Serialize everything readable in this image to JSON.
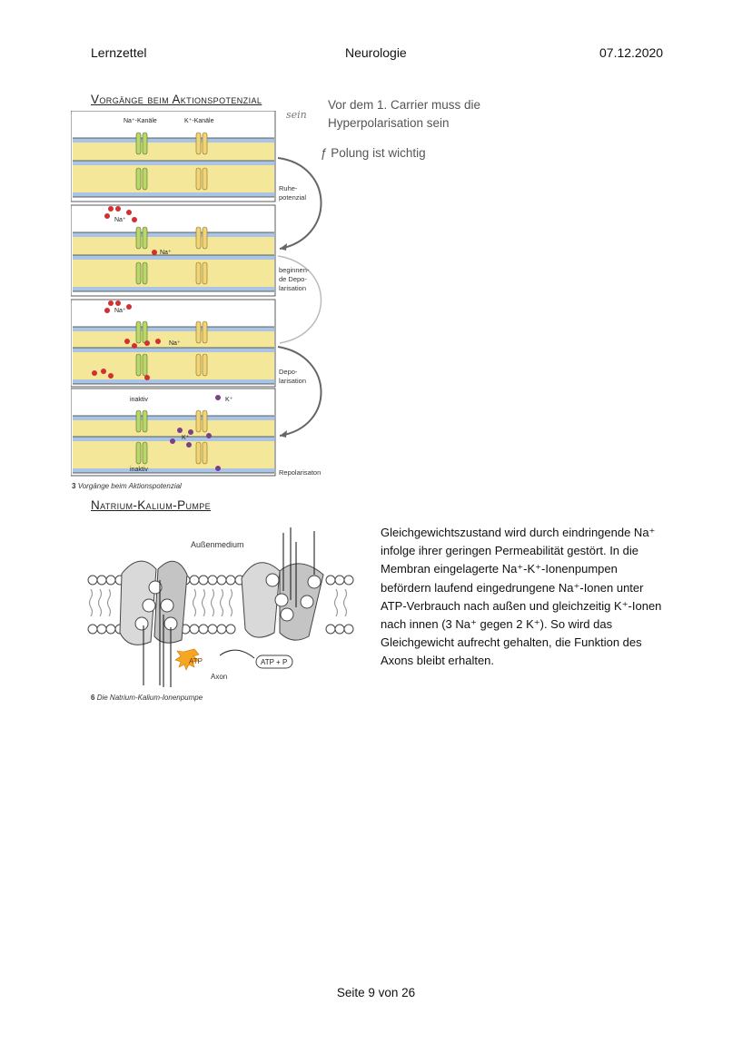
{
  "header": {
    "left": "Lernzettel",
    "center": "Neurologie",
    "right": "07.12.2020"
  },
  "section_ap": {
    "title": "Vorgänge beim Aktionspotenzial",
    "note_1": "Vor dem 1. Carrier muss die",
    "note_2": "Hyperpolarisation sein",
    "note_hand": "sein",
    "note_3": "Polung ist wichtig",
    "note_3_symbol": "ƒ",
    "channel_na": "Na⁺-Kanäle",
    "channel_k": "K⁺-Kanäle",
    "ion_na": "Na⁺",
    "ion_k": "K⁺",
    "inaktiv": "inaktiv",
    "stages": [
      {
        "label_1": "Ruhe-",
        "label_2": "potenzial",
        "label_3": ""
      },
      {
        "label_1": "beginnen-",
        "label_2": "de Depo-",
        "label_3": "larisation"
      },
      {
        "label_1": "Depo-",
        "label_2": "larisation",
        "label_3": ""
      },
      {
        "label_1": "Repolarisaton",
        "label_2": "",
        "label_3": ""
      }
    ],
    "caption_num": "3",
    "caption_text": "Vorgänge beim Aktionspotenzial"
  },
  "section_pump": {
    "title": "Natrium-Kalium-Pumpe",
    "label_outside": "Außenmedium",
    "label_axon": "Axon",
    "label_atp": "ATP",
    "label_atp_p": "ATP + P",
    "caption_num": "6",
    "caption_text": "Die Natrium-Kalium-Ionenpumpe",
    "paragraph": "Gleichgewichtszustand wird durch eindringende Na⁺ infolge ihrer geringen Permeabilität gestört. In die Membran eingelagerte Na⁺-K⁺-Ionenpumpen befördern laufend eingedrungene Na⁺-Ionen unter ATP-Verbrauch nach außen und gleichzeitig K⁺-Ionen nach innen (3 Na⁺ gegen 2 K⁺). So wird das Gleichgewicht aufrecht gehalten, die Funktion des Axons bleibt erhalten."
  },
  "footer": {
    "page": "Seite 9 von 26"
  },
  "colors": {
    "membrane_blue": "#a9c4e4",
    "membrane_yellow": "#f4e79a",
    "na_channel": "#b8d86a",
    "k_channel": "#f1d57a",
    "na_ion": "#d32f2f",
    "k_ion": "#7b3f8c"
  }
}
